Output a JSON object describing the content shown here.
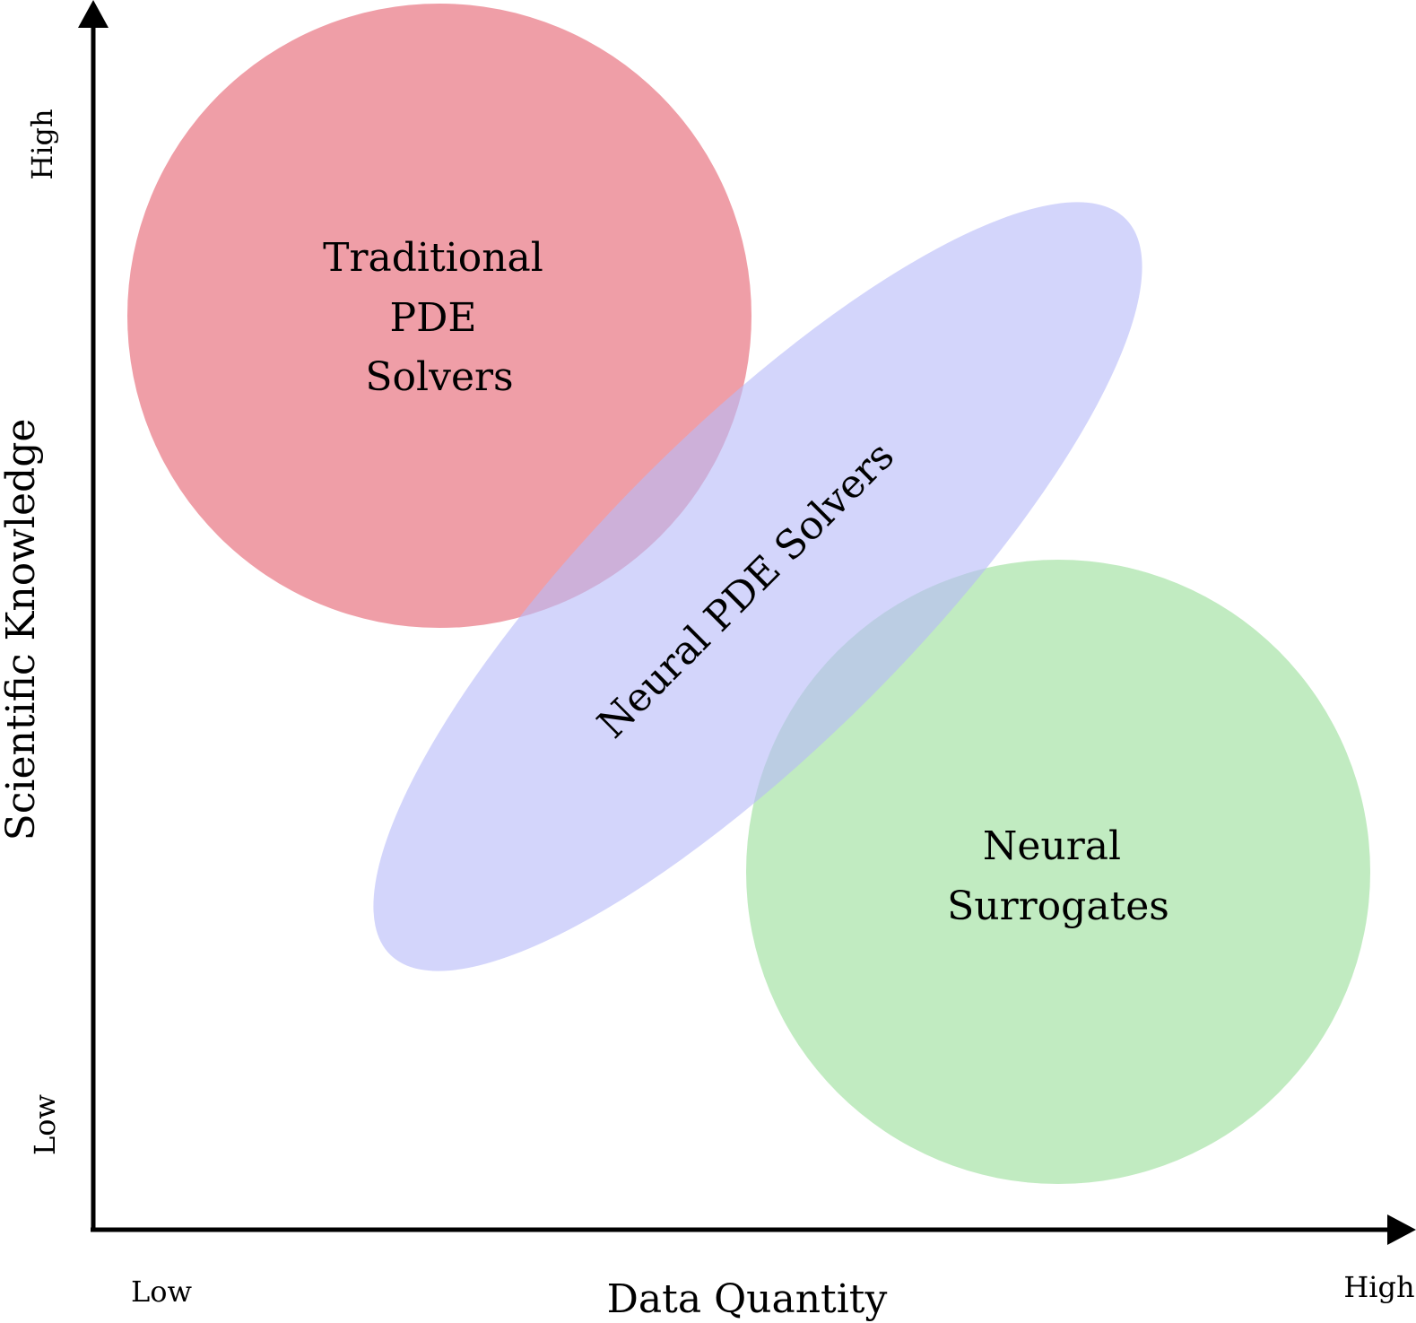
{
  "axes": {
    "x": {
      "title": "Data Quantity",
      "low_label": "Low",
      "high_label": "High"
    },
    "y": {
      "title": "Scientific Knowledge",
      "low_label": "Low",
      "high_label": "High"
    },
    "color": "#000000"
  },
  "regions": {
    "traditional": {
      "lines": [
        "Traditional",
        "PDE",
        "Solvers"
      ],
      "color": "#e8707e",
      "opacity": 0.68
    },
    "neural_pde": {
      "label": "Neural PDE Solvers",
      "color": "#b8bcf8",
      "opacity": 0.62
    },
    "surrogates": {
      "lines": [
        "Neural",
        "Surrogates"
      ],
      "color": "#94dc94",
      "opacity": 0.58
    }
  }
}
